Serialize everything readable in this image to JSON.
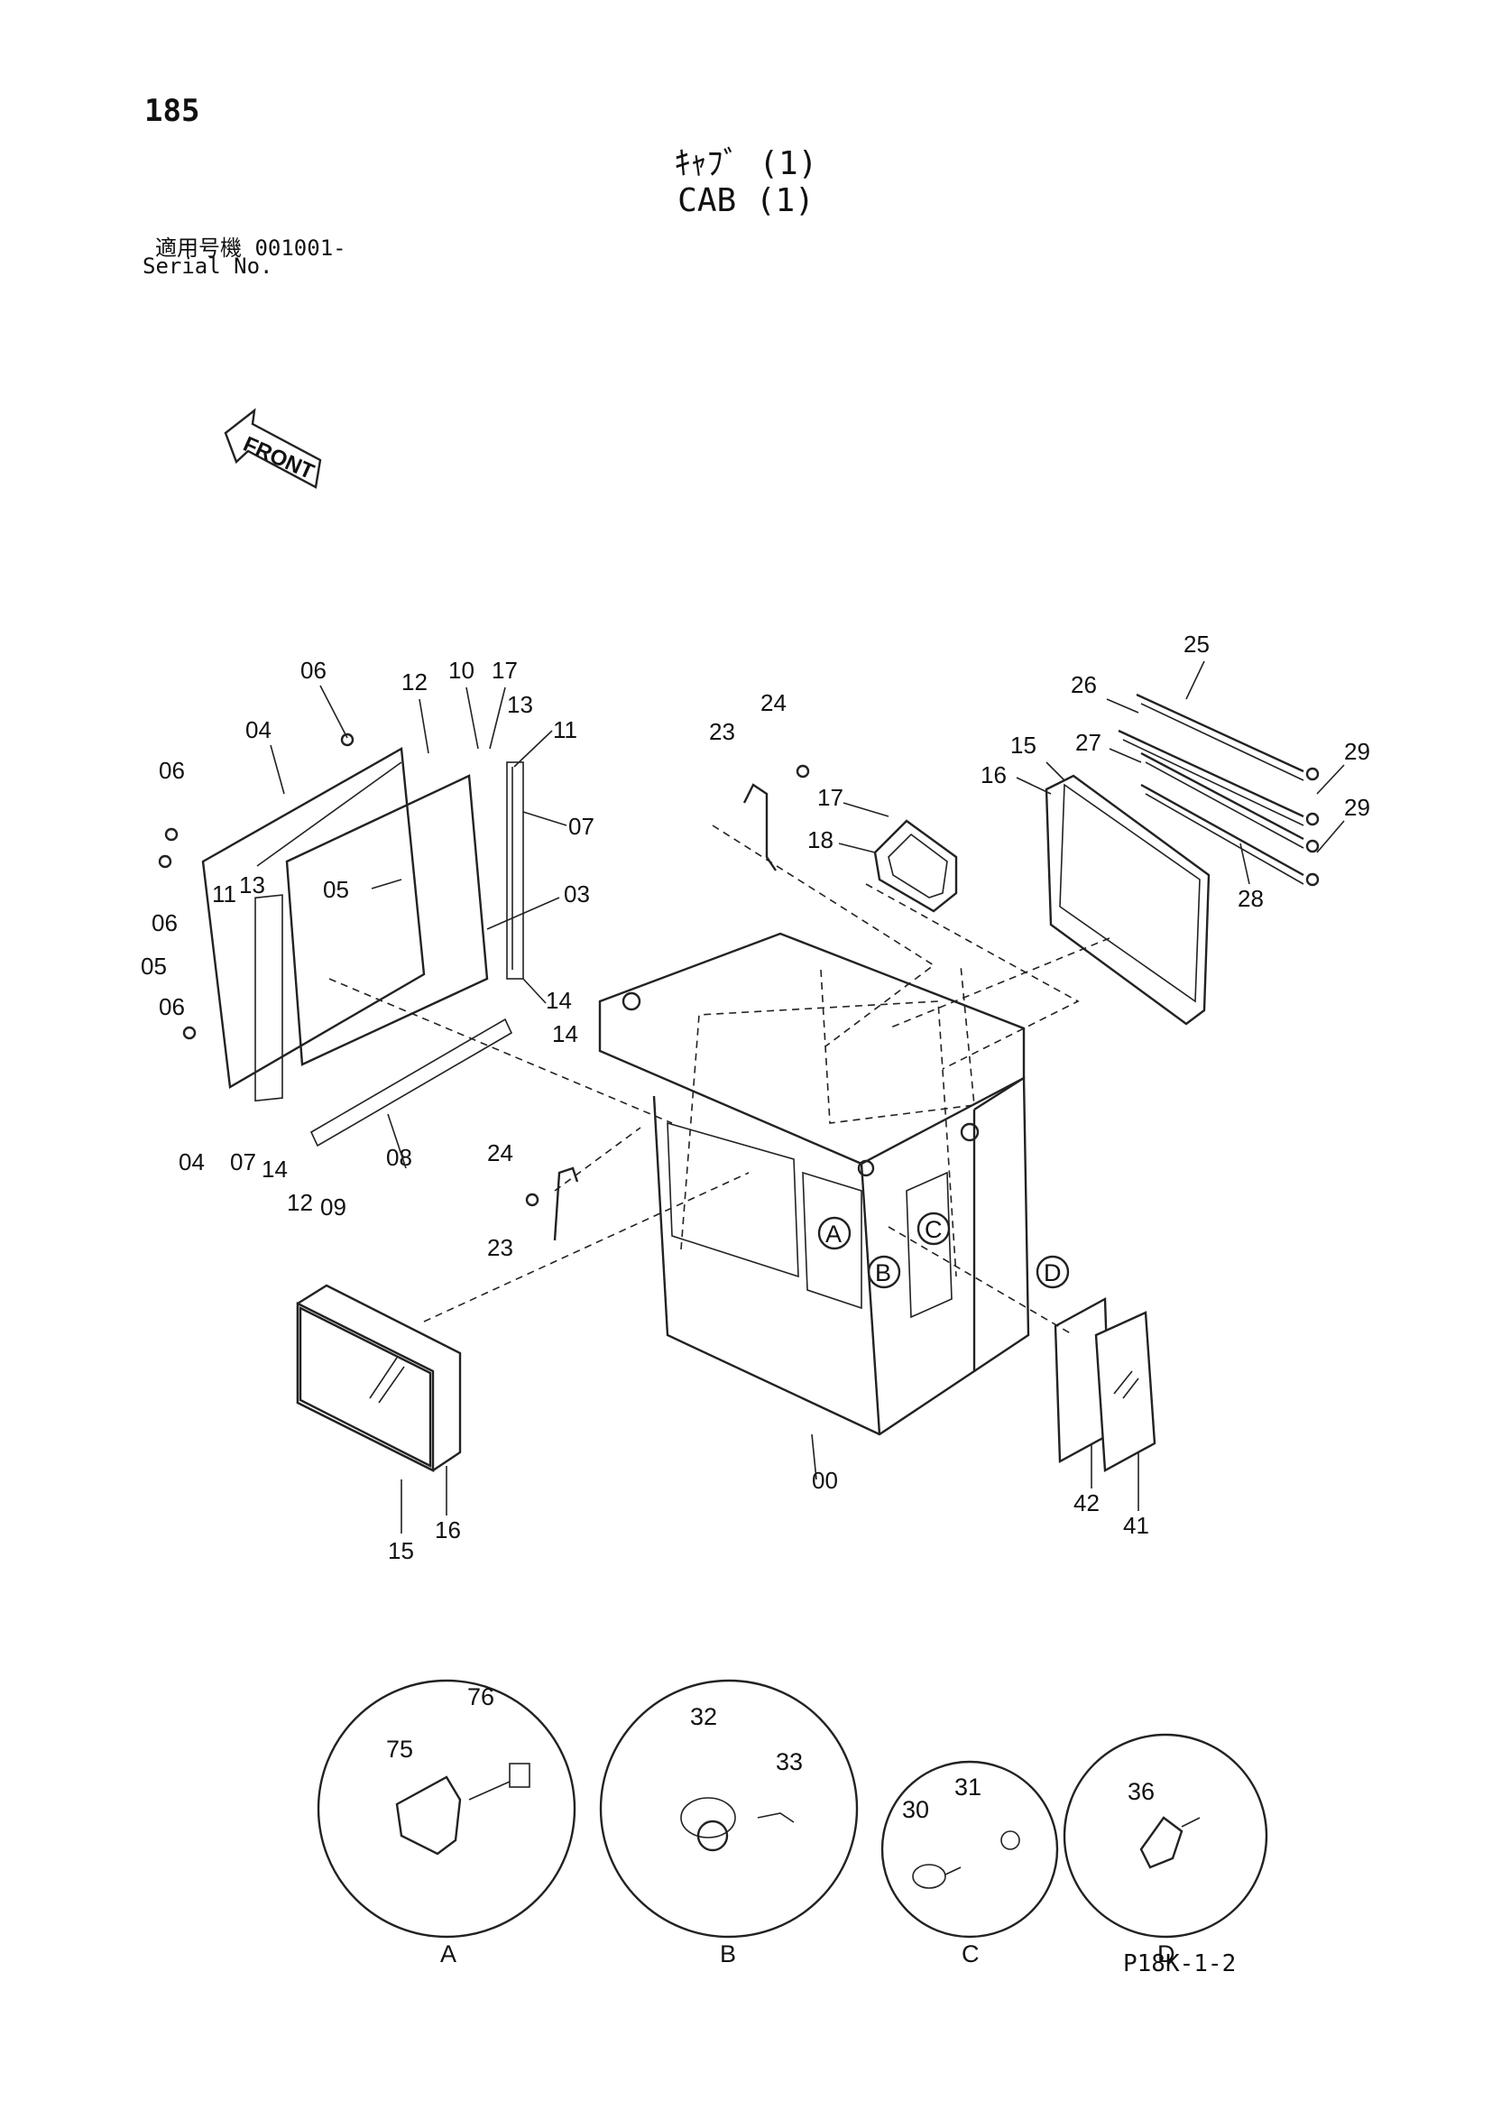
{
  "header": {
    "page_number": "185",
    "title_jp": "ｷｬﾌﾞ (1)",
    "title_en": "CAB (1)",
    "serial_jp": "適用号機  001001-",
    "serial_en": "Serial No."
  },
  "front_arrow_label": "FRONT",
  "part_labels": [
    "06",
    "04",
    "12",
    "10",
    "17",
    "13",
    "11",
    "06",
    "13",
    "11",
    "07",
    "05",
    "03",
    "06",
    "05",
    "06",
    "14",
    "14",
    "04",
    "07",
    "14",
    "12",
    "09",
    "08",
    "24",
    "23",
    "24",
    "23",
    "17",
    "18",
    "25",
    "26",
    "27",
    "15",
    "16",
    "29",
    "29",
    "28",
    "00",
    "15",
    "16",
    "42",
    "41"
  ],
  "detail_markers": [
    "A",
    "B",
    "C",
    "D"
  ],
  "details": [
    {
      "letter": "A",
      "parts": [
        "75",
        "76"
      ]
    },
    {
      "letter": "B",
      "parts": [
        "32",
        "33"
      ]
    },
    {
      "letter": "C",
      "parts": [
        "30",
        "31"
      ]
    },
    {
      "letter": "D",
      "parts": [
        "36"
      ]
    }
  ],
  "footer": {
    "page_code": "P18K-1-2"
  }
}
